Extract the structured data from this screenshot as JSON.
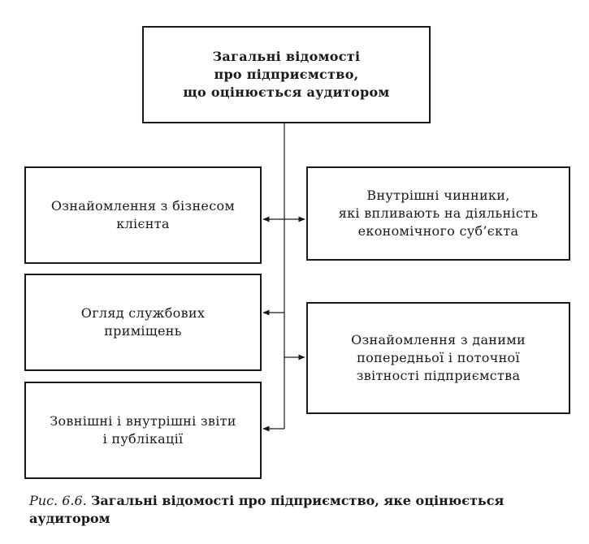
{
  "diagram": {
    "top": {
      "lines": [
        "Загальні відомості",
        "про підприємство,",
        "що оцінюється аудитором"
      ]
    },
    "left": [
      {
        "lines": [
          "Ознайомлення з бізнесом",
          "клієнта"
        ]
      },
      {
        "lines": [
          "Огляд службових",
          "приміщень"
        ]
      },
      {
        "lines": [
          "Зовнішні і внутрішні звіти",
          "і публікації"
        ]
      }
    ],
    "right": [
      {
        "lines": [
          "Внутрішні чинники,",
          "які впливають на діяльність",
          "економічного суб’єкта"
        ]
      },
      {
        "lines": [
          "Ознайомлення з даними",
          "попередньої і поточної",
          "звітності підприємства"
        ]
      }
    ]
  },
  "caption": {
    "label": "Рис. 6.6.",
    "text": "Загальні відомості про підприємство, яке оцінюється аудитором"
  }
}
